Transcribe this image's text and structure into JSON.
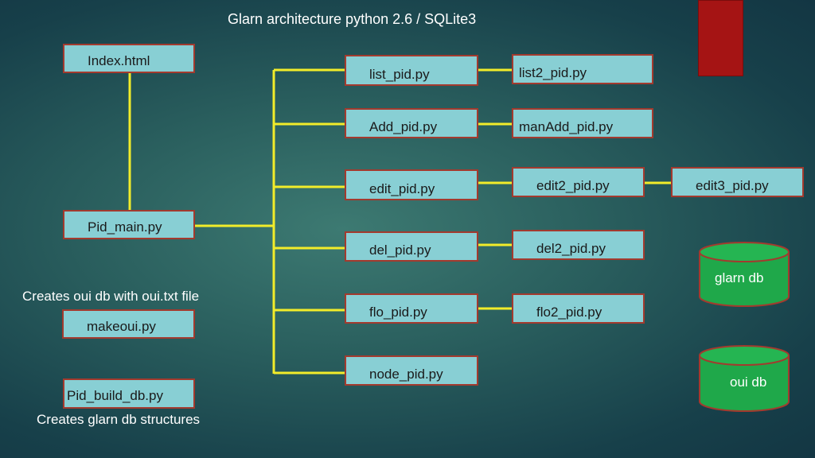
{
  "title": "Glarn architecture python 2.6 / SQLite3",
  "colors": {
    "box_fill": "#88cfd4",
    "box_border": "#a33a2e",
    "connector": "#f2ec2a",
    "db_fill": "#1fa84a",
    "accent_red": "#a51414"
  },
  "nodes": {
    "index": "Index.html",
    "pid_main": "Pid_main.py",
    "makeoui": "makeoui.py",
    "pid_build_db": "Pid_build_db.py",
    "list_pid": "list_pid.py",
    "list2_pid": "list2_pid.py",
    "add_pid": "Add_pid.py",
    "manadd_pid": "manAdd_pid.py",
    "edit_pid": "edit_pid.py",
    "edit2_pid": "edit2_pid.py",
    "edit3_pid": "edit3_pid.py",
    "del_pid": "del_pid.py",
    "del2_pid": "del2_pid.py",
    "flo_pid": "flo_pid.py",
    "flo2_pid": "flo2_pid.py",
    "node_pid": "node_pid.py"
  },
  "notes": {
    "makeoui_caption": "Creates oui db with oui.txt file",
    "build_db_caption": "Creates glarn db structures"
  },
  "databases": {
    "glarn": "glarn db",
    "oui": "oui db"
  }
}
